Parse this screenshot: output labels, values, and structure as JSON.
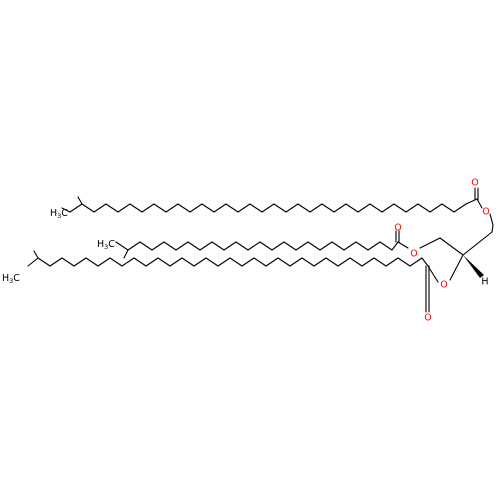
{
  "atom_labels": {
    "o_ester_top": "O",
    "o_carbonyl_top": "O",
    "o_ester_mid": "O",
    "o_carbonyl_mid": "O",
    "o_ester_bot": "O",
    "o_carbonyl_bot": "O",
    "h_stereo": "H",
    "ch3_a": "H",
    "ch3_a_sub": "3",
    "ch3_a_c": "C",
    "ch3_b": "H",
    "ch3_b_sub": "3",
    "ch3_b_c": "C",
    "ch3_c": "H",
    "ch3_c_sub": "3",
    "ch3_c_c": "C"
  },
  "colors": {
    "bond": "#000000",
    "oxygen": "#ff0000",
    "text": "#000000"
  }
}
